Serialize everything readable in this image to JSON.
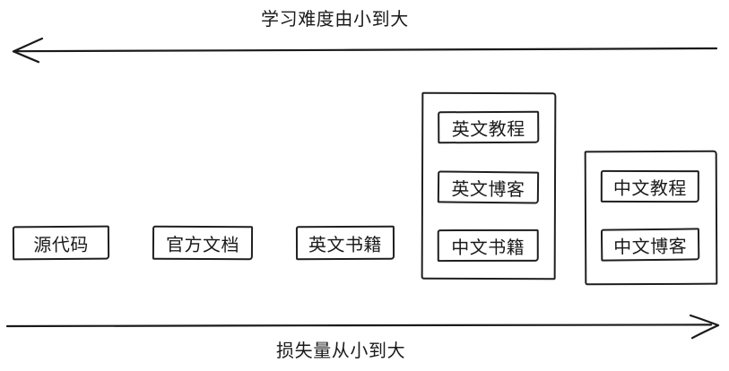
{
  "diagram": {
    "top_axis": {
      "label": "学习难度由小到大",
      "direction": "left"
    },
    "bottom_axis": {
      "label": "损失量从小到大",
      "direction": "right"
    },
    "boxes": [
      {
        "label": "源代码"
      },
      {
        "label": "官方文档"
      },
      {
        "label": "英文书籍"
      }
    ],
    "groups": [
      {
        "items": [
          {
            "label": "英文教程"
          },
          {
            "label": "英文博客"
          },
          {
            "label": "中文书籍"
          }
        ]
      },
      {
        "items": [
          {
            "label": "中文教程"
          },
          {
            "label": "中文博客"
          }
        ]
      }
    ],
    "colors": {
      "stroke": "#1a1a1a",
      "background": "#ffffff"
    },
    "style": "hand-drawn sketch"
  }
}
